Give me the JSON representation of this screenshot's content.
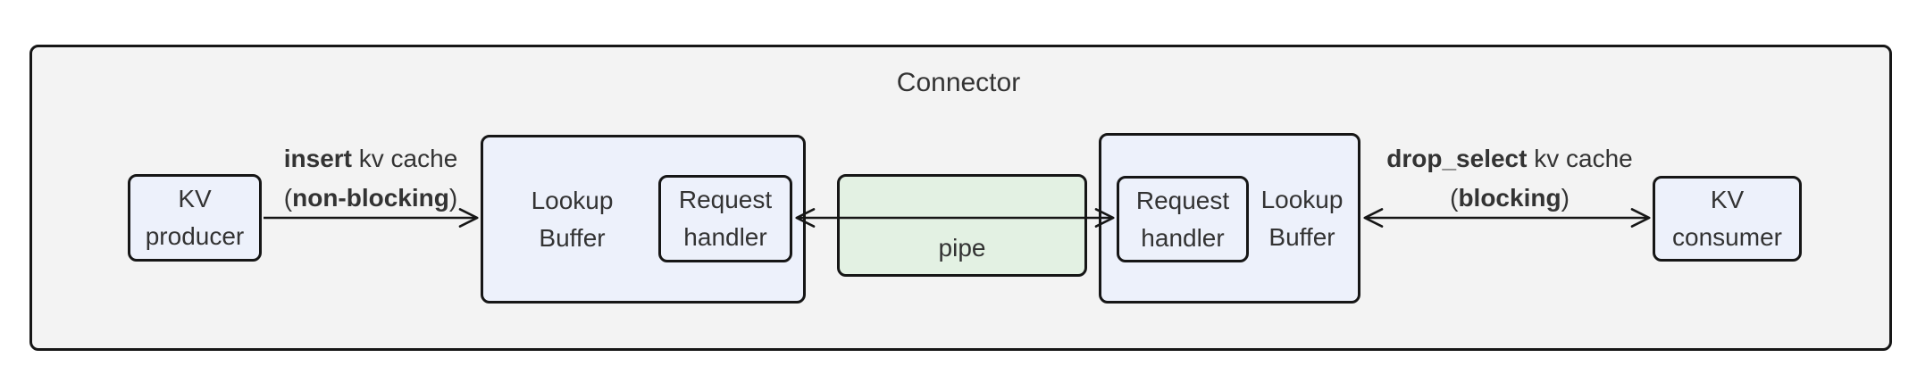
{
  "diagram": {
    "title": "Connector",
    "colors": {
      "outer_bg": "#f3f3f3",
      "node_bg": "#edf1fb",
      "pipe_bg": "#e3f1e3",
      "border": "#161616",
      "text": "#333333"
    },
    "nodes": {
      "kv_producer": {
        "line1": "KV",
        "line2": "producer"
      },
      "kv_consumer": {
        "line1": "KV",
        "line2": "consumer"
      },
      "lookup_left": {
        "label_line1": "Lookup",
        "label_line2": "Buffer",
        "handler_line1": "Request",
        "handler_line2": "handler"
      },
      "lookup_right": {
        "label_line1": "Lookup",
        "label_line2": "Buffer",
        "handler_line1": "Request",
        "handler_line2": "handler"
      },
      "pipe": {
        "label": "pipe"
      }
    },
    "edges": {
      "insert": {
        "bold1": "insert",
        "rest1": " kv cache",
        "open": "(",
        "bold2": "non-blocking",
        "close": ")"
      },
      "drop_select": {
        "bold1": "drop_select",
        "rest1": " kv cache",
        "open": "(",
        "bold2": "blocking",
        "close": ")"
      }
    }
  }
}
